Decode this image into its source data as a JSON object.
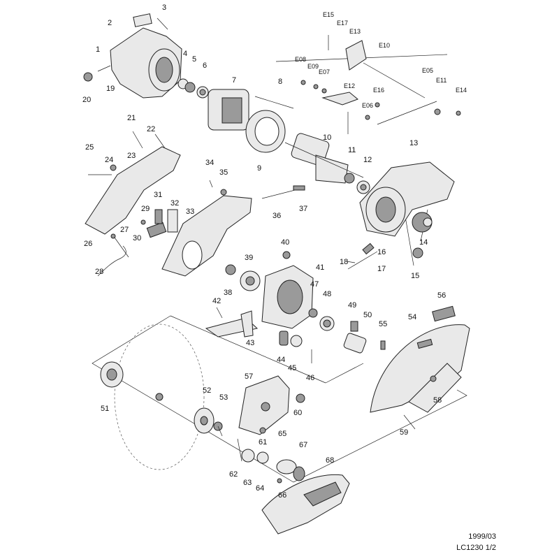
{
  "labels": [
    "1",
    "2",
    "3",
    "4",
    "5",
    "6",
    "7",
    "8",
    "9",
    "10",
    "11",
    "12",
    "13",
    "14",
    "15",
    "16",
    "17",
    "18",
    "19",
    "20",
    "21",
    "22",
    "23",
    "24",
    "25",
    "26",
    "27",
    "28",
    "29",
    "30",
    "31",
    "32",
    "33",
    "34",
    "35",
    "36",
    "37",
    "38",
    "39",
    "40",
    "41",
    "42",
    "43",
    "44",
    "45",
    "46",
    "47",
    "48",
    "49",
    "50",
    "51",
    "52",
    "53",
    "54",
    "55",
    "56",
    "57",
    "58",
    "59",
    "60",
    "61",
    "62",
    "63",
    "64",
    "65",
    "66",
    "67",
    "68"
  ],
  "e_labels": [
    "E15",
    "E17",
    "E13",
    "E10",
    "E08",
    "E09",
    "E07",
    "E12",
    "E16",
    "E06",
    "E05",
    "E11",
    "E14"
  ],
  "footer": {
    "date": "1999/03",
    "model": "LC1230 1/2"
  }
}
